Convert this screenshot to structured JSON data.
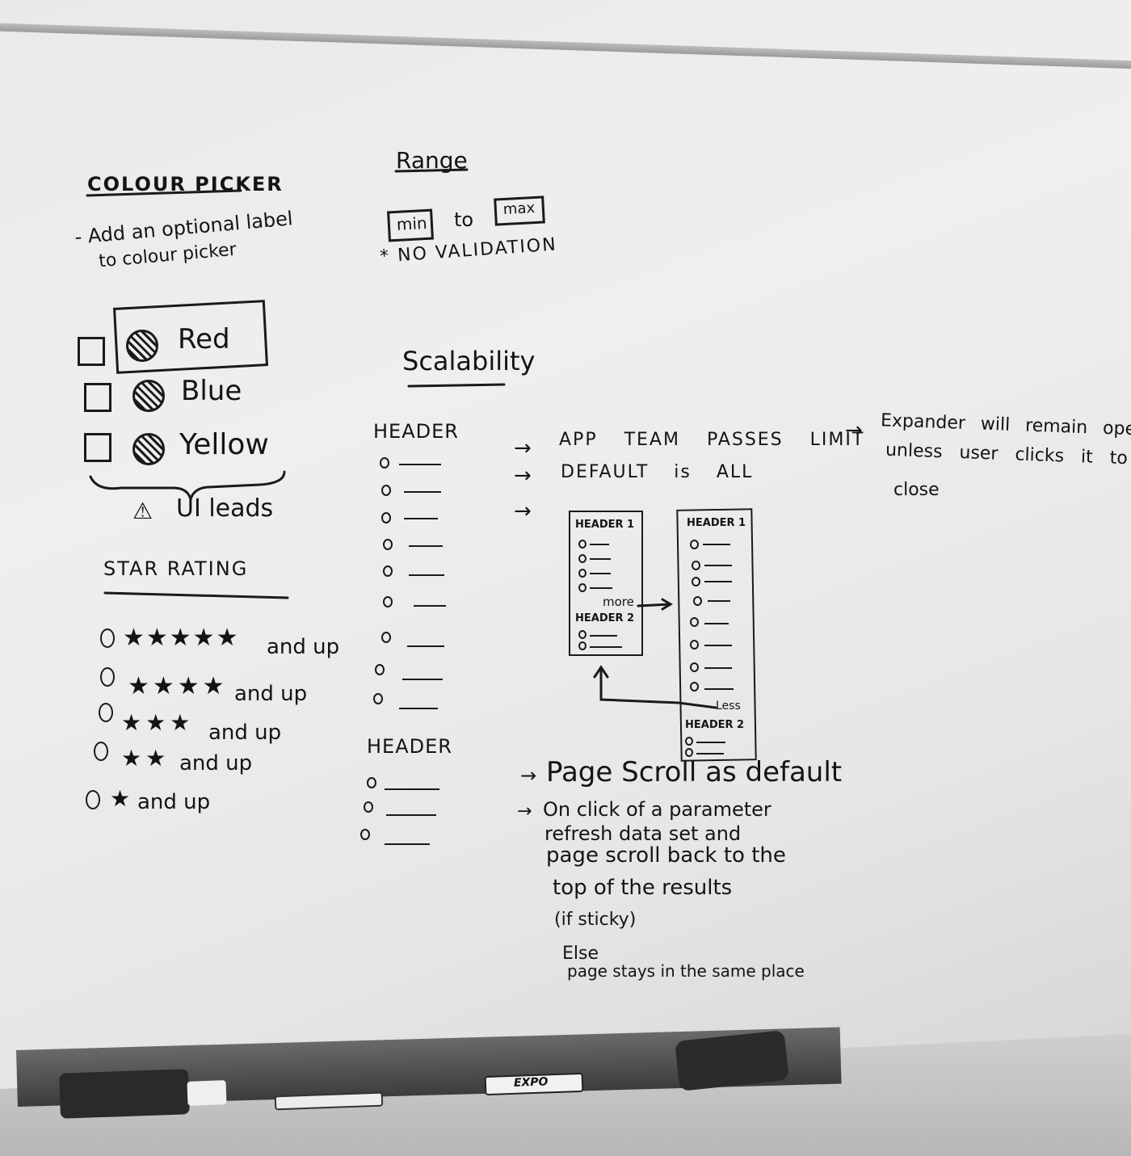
{
  "colour_picker": {
    "title": "COLOUR PICKER",
    "note_line1": "- Add an optional label",
    "note_line2": "to colour picker",
    "options": [
      {
        "label": "Red"
      },
      {
        "label": "Blue"
      },
      {
        "label": "Yellow"
      }
    ],
    "warning": "UI leads"
  },
  "range": {
    "title": "Range",
    "min": "min",
    "to": "to",
    "max": "max",
    "note": "* NO VALIDATION"
  },
  "star_rating": {
    "title": "STAR RATING",
    "suffix": "and up",
    "rows": [
      {
        "stars": "★★★★★"
      },
      {
        "stars": "★★★★"
      },
      {
        "stars": "★★★"
      },
      {
        "stars": "★★"
      },
      {
        "stars": "★"
      }
    ]
  },
  "scalability": {
    "title": "Scalability",
    "header1": "HEADER",
    "header2": "HEADER",
    "notes": {
      "app_team": "APP TEAM PASSES LIMIT",
      "default": "DEFAULT is ALL",
      "expander_1": "Expander will remain open",
      "expander_2": "unless user clicks it to",
      "expander_3": "close"
    },
    "mock_left": {
      "header1": "HEADER 1",
      "more": "more",
      "header2": "HEADER 2"
    },
    "mock_right": {
      "header1": "HEADER 1",
      "less": "Less",
      "header2": "HEADER 2"
    },
    "scroll_notes": {
      "line1": "Page Scroll as default",
      "line2": "On click of a parameter",
      "line3": "refresh data set and",
      "line4": "page scroll back to the",
      "line5": "top of the results",
      "line6": "(if sticky)",
      "line7": "Else",
      "line8": "page stays in the same place"
    }
  },
  "tray": {
    "marker_brand": "EXPO"
  }
}
